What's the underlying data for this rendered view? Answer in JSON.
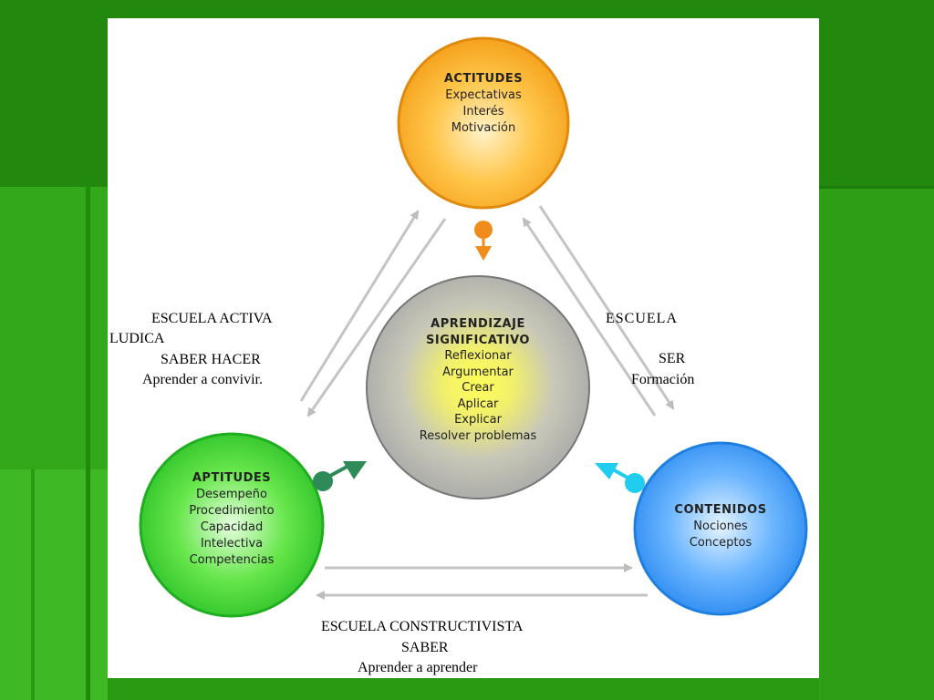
{
  "diagram": {
    "center": {
      "title_line1": "APRENDIZAJE",
      "title_line2": "SIGNIFICATIVO",
      "items": [
        "Reflexionar",
        "Argumentar",
        "Crear",
        "Aplicar",
        "Explicar",
        "Resolver problemas"
      ]
    },
    "top_circle": {
      "title": "ACTITUDES",
      "items": [
        "Expectativas",
        "Interés",
        "Motivación"
      ],
      "color": "#f5a623"
    },
    "left_circle": {
      "title": "APTITUDES",
      "items": [
        "Desempeño",
        "Procedimiento",
        "Capacidad",
        "Intelectiva",
        "Competencias"
      ],
      "color": "#33cc33"
    },
    "right_circle": {
      "title": "CONTENIDOS",
      "items": [
        "Nociones",
        "Conceptos"
      ],
      "color": "#3399ff"
    },
    "left_school": {
      "line1": "ESCUELA ACTIVA",
      "line2": "LUDICA",
      "focus": "SABER HACER",
      "aim": "Aprender a convivir."
    },
    "right_school": {
      "line1": "ESCUELA",
      "focus": "SER",
      "aim": "Formación"
    },
    "bottom_school": {
      "line1": "ESCUELA CONSTRUCTIVISTA",
      "focus": "SABER",
      "aim": "Aprender a aprender"
    },
    "symbol_colors": {
      "top": "#f08c1c",
      "left": "#2e8b57",
      "right": "#22ccee"
    }
  }
}
